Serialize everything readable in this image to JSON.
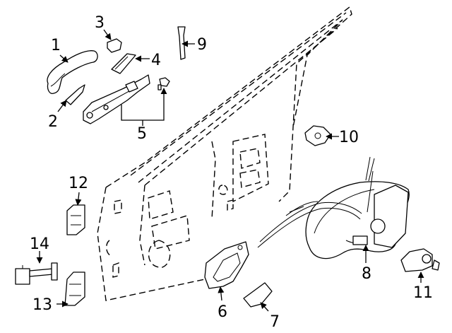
{
  "diagram": {
    "callouts": [
      {
        "id": "1",
        "label": "1"
      },
      {
        "id": "2",
        "label": "2"
      },
      {
        "id": "3",
        "label": "3"
      },
      {
        "id": "4",
        "label": "4"
      },
      {
        "id": "5",
        "label": "5"
      },
      {
        "id": "6",
        "label": "6"
      },
      {
        "id": "7",
        "label": "7"
      },
      {
        "id": "8",
        "label": "8"
      },
      {
        "id": "9",
        "label": "9"
      },
      {
        "id": "10",
        "label": "10"
      },
      {
        "id": "11",
        "label": "11"
      },
      {
        "id": "12",
        "label": "12"
      },
      {
        "id": "13",
        "label": "13"
      },
      {
        "id": "14",
        "label": "14"
      }
    ]
  }
}
